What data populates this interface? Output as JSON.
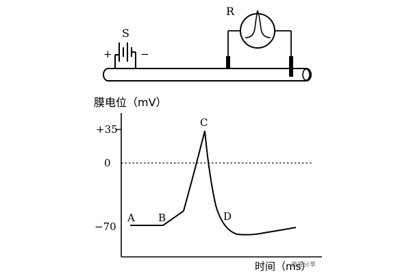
{
  "apparatus": {
    "stimulator_label": "S",
    "plus_sign": "+",
    "minus_sign": "−",
    "recorder_label": "R"
  },
  "axes": {
    "y_title": "膜电位（mV）",
    "x_title": "时间（ms）",
    "y_ticks": [
      "+35",
      "0",
      "−70"
    ]
  },
  "points": {
    "a": "A",
    "b": "B",
    "c": "C",
    "d": "D"
  },
  "watermark": "激发分享"
}
